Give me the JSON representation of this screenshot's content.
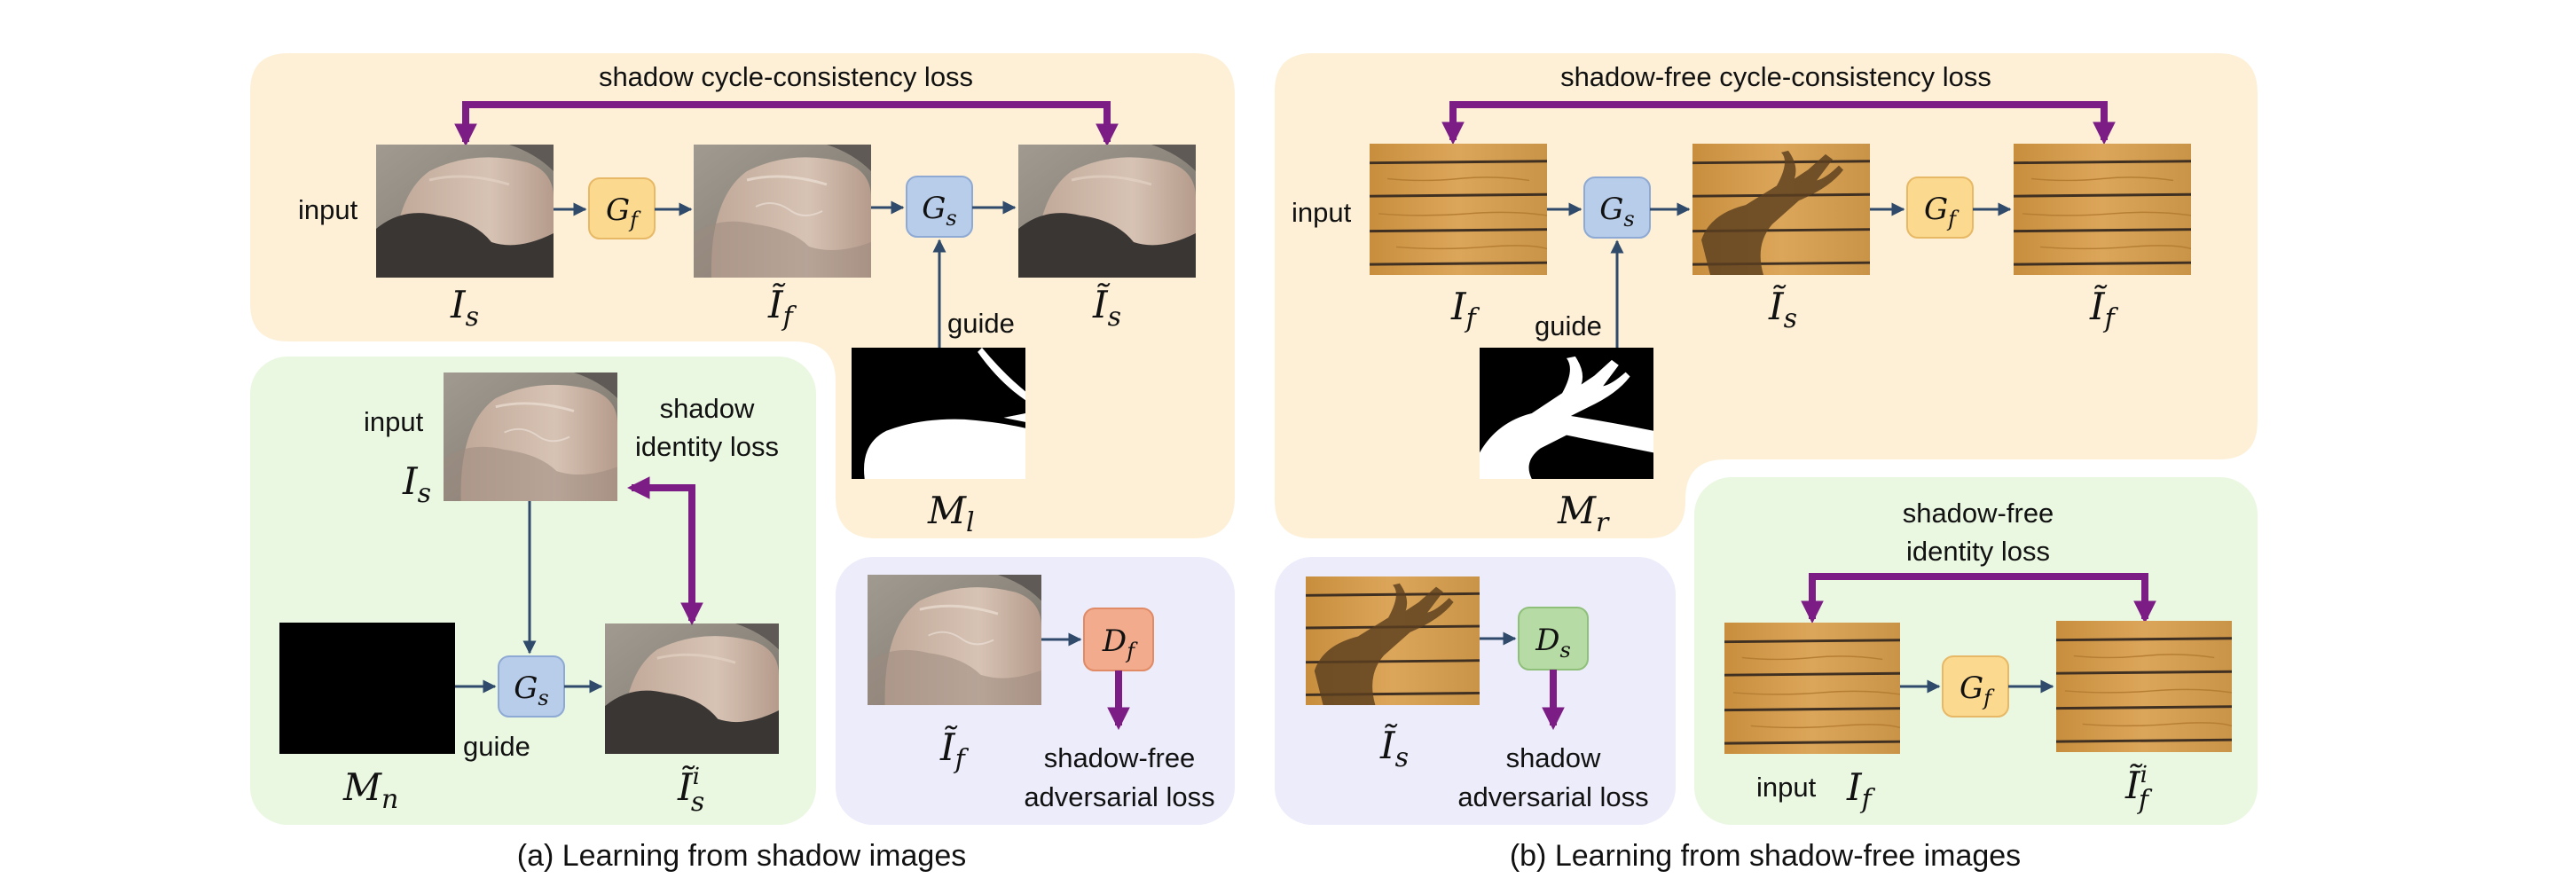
{
  "colors": {
    "panel_cream": "#fdf0d6",
    "panel_green": "#eaf8e2",
    "panel_lavender": "#ececfb",
    "loss_arrow": "#7c1d86",
    "flow_arrow": "#2f4a6a",
    "gen_orange": "#fbd98e",
    "gen_blue": "#b8cdea",
    "disc_orange": "#f2ab8c",
    "disc_green": "#b7dba4"
  },
  "left": {
    "cycle_loss": "shadow cycle-consistency loss",
    "input_label": "input",
    "guide_label": "guide",
    "identity_loss_l1": "shadow",
    "identity_loss_l2": "identity loss",
    "id_input_label": "input",
    "id_guide_label": "guide",
    "adv_loss_l1": "shadow-free",
    "adv_loss_l2": "adversarial loss",
    "caption": "(a) Learning from shadow images",
    "sym": {
      "Is": "I",
      "Is_sub": "s",
      "If_t": "Ĩ",
      "If_t_sub": "f",
      "Is_t": "Ĩ",
      "Is_t_sub": "s",
      "Ml": "M",
      "Ml_sub": "l",
      "Mn": "M",
      "Mn_sub": "n",
      "Is_i": "Ĩ",
      "Is_i_sub": "s",
      "Is_i_sup": "i",
      "Gf": "G",
      "Gf_sub": "f",
      "Gs": "G",
      "Gs_sub": "s",
      "Df": "D",
      "Df_sub": "f"
    }
  },
  "right": {
    "cycle_loss": "shadow-free cycle-consistency loss",
    "input_label": "input",
    "guide_label": "guide",
    "adv_loss_l1": "shadow",
    "adv_loss_l2": "adversarial loss",
    "identity_loss_l1": "shadow-free",
    "identity_loss_l2": "identity loss",
    "id_input_label": "input",
    "caption": "(b) Learning from shadow-free images",
    "sym": {
      "If": "I",
      "If_sub": "f",
      "Is_t": "Ĩ",
      "Is_t_sub": "s",
      "If_t": "Ĩ",
      "If_t_sub": "f",
      "Mr": "M",
      "Mr_sub": "r",
      "Ds": "D",
      "Ds_sub": "s",
      "If_i": "Ĩ",
      "If_i_sub": "f",
      "If_i_sup": "i",
      "Gf": "G",
      "Gf_sub": "f",
      "Gs": "G",
      "Gs_sub": "s"
    }
  }
}
